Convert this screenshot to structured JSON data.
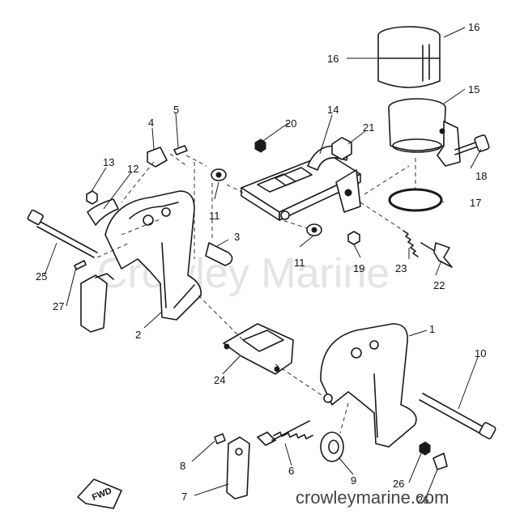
{
  "watermark": "Crowley Marine",
  "site_url": "crowleymarine.com",
  "direction_label": "FWD",
  "callouts": [
    "1",
    "2",
    "3",
    "4",
    "5",
    "6",
    "7",
    "8",
    "9",
    "10",
    "11",
    "11",
    "12",
    "13",
    "14",
    "15",
    "16",
    "16",
    "17",
    "18",
    "19",
    "20",
    "21",
    "22",
    "23",
    "24",
    "25",
    "26",
    "26",
    "27"
  ]
}
